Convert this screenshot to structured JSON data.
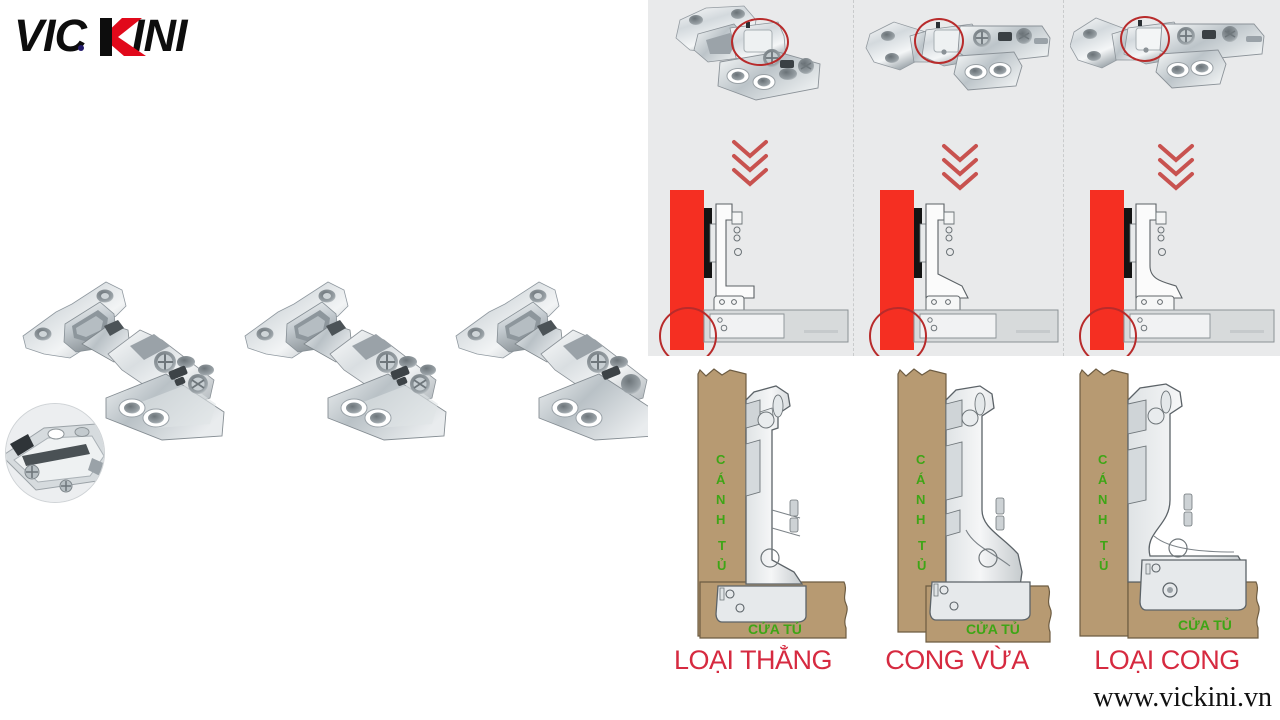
{
  "brand": {
    "name": "VICKINI",
    "logo_black": "#0d0d0d",
    "logo_red": "#e1091b",
    "letters_before": "VIC",
    "letter_accent": "K",
    "letters_after": "INI"
  },
  "site": {
    "url": "www.vickini.vn"
  },
  "palette": {
    "gray_panel_bg": "#e9eaeb",
    "divider": "#c9cbcc",
    "door_red": "#f52f22",
    "chevron_red": "#c8524f",
    "label_red": "#d62a40",
    "panel_green": "#3ea516",
    "wood_tan": "#b79a72",
    "metal_light": "#e8ebec",
    "metal_mid": "#c9ced2",
    "metal_dark": "#8c9398",
    "outline": "#4a4f52"
  },
  "left_panel": {
    "name": "hinge-product-photos",
    "photos": [
      {
        "name": "hinge-photo-1",
        "alt": "soft-close cabinet hinge three-quarter view"
      },
      {
        "name": "hinge-photo-2",
        "alt": "soft-close cabinet hinge three-quarter view"
      },
      {
        "name": "hinge-photo-3",
        "alt": "soft-close cabinet hinge three-quarter view cropped"
      }
    ],
    "detail_inset": {
      "name": "hinge-mechanism-detail",
      "alt": "magnified hinge clip mechanism"
    }
  },
  "comparison": {
    "columns": [
      {
        "id": "straight",
        "photo_alt": "straight arm hinge top view with highlighted arm",
        "highlight_shape": "circle",
        "arrow_icon": "chevron-down-triple-icon",
        "diagram_alt": "straight hinge cross section mounted on cabinet door",
        "label": "LOẠI THẲNG",
        "panel_label_vertical": "CÁNH TỦ",
        "panel_label_bottom": "CỬA TỦ",
        "arm_style": "straight"
      },
      {
        "id": "medium-curve",
        "photo_alt": "medium crank hinge top view with highlighted arm",
        "highlight_shape": "circle",
        "arrow_icon": "chevron-down-triple-icon",
        "diagram_alt": "medium crank hinge cross section mounted on cabinet door",
        "label": "CONG VỪA",
        "panel_label_vertical": "CÁNH TỦ",
        "panel_label_bottom": "CỬA TỦ",
        "arm_style": "medium"
      },
      {
        "id": "full-curve",
        "photo_alt": "full crank hinge top view with highlighted arm",
        "highlight_shape": "circle",
        "arrow_icon": "chevron-down-triple-icon",
        "diagram_alt": "full crank hinge cross section mounted on cabinet door",
        "label": "LOẠI CONG",
        "panel_label_vertical": "CÁNH TỦ",
        "panel_label_bottom": "CỬA TỦ",
        "arm_style": "curved"
      }
    ]
  }
}
